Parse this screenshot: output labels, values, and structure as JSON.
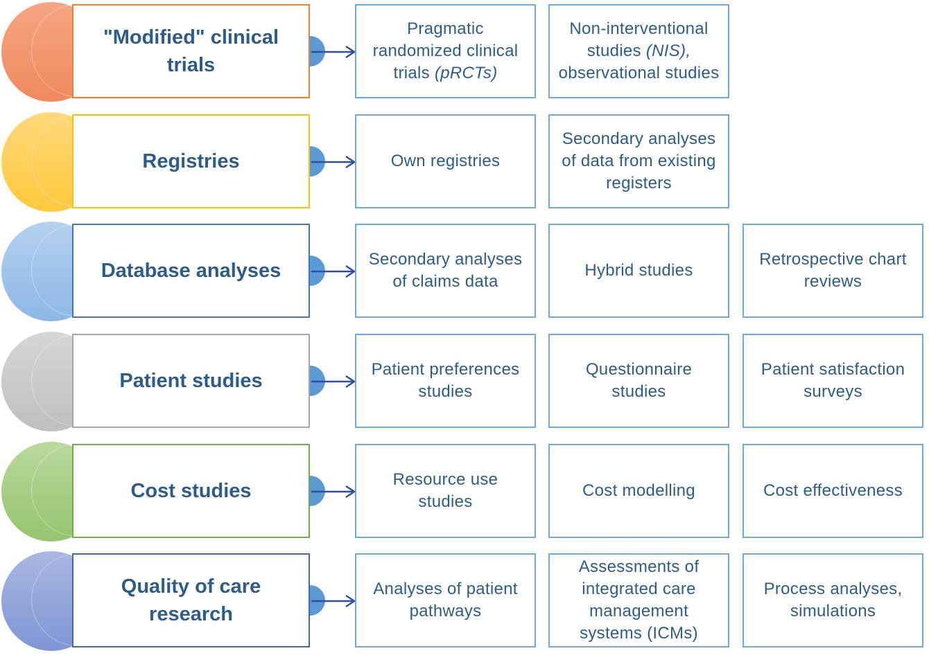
{
  "rows": [
    {
      "category": "\"Modified\" clinical trials",
      "color_outer": "#F4A582",
      "color_inner": "#F08A5D",
      "border": "#ED7D31",
      "items": [
        {
          "text": "Pragmatic randomized clinical trials ",
          "italic": "(pRCTs)"
        },
        {
          "text": "Non-interventional studies ",
          "italic": "(NIS),",
          "after": " observational studies"
        }
      ]
    },
    {
      "category": "Registries",
      "color_outer": "#FFD97A",
      "color_inner": "#FFC83D",
      "border": "#FFC000",
      "items": [
        {
          "text": "Own registries"
        },
        {
          "text": "Secondary analyses of data from existing registers"
        }
      ]
    },
    {
      "category": "Database analyses",
      "color_outer": "#B4D0EE",
      "color_inner": "#8DB8E6",
      "border": "#4472C4",
      "items": [
        {
          "text": "Secondary analyses of claims data"
        },
        {
          "text": "Hybrid studies"
        },
        {
          "text": "Retrospective chart reviews"
        }
      ]
    },
    {
      "category": "Patient studies",
      "color_outer": "#D6D6D6",
      "color_inner": "#BFBFBF",
      "border": "#A5A5A5",
      "items": [
        {
          "text": "Patient preferences studies"
        },
        {
          "text": "Questionnaire studies"
        },
        {
          "text": "Patient satisfaction surveys"
        }
      ]
    },
    {
      "category": "Cost studies",
      "color_outer": "#B9D99A",
      "color_inner": "#96C46E",
      "border": "#70AD47",
      "items": [
        {
          "text": "Resource use studies"
        },
        {
          "text": "Cost modelling"
        },
        {
          "text": "Cost effectiveness"
        }
      ]
    },
    {
      "category": "Quality of care research",
      "color_outer": "#A9B7E0",
      "color_inner": "#7F95D4",
      "border": "#4466B0",
      "items": [
        {
          "text": "Analyses of patient pathways"
        },
        {
          "text": "Assessments of integrated care management systems (ICMs)"
        },
        {
          "text": "Process analyses, simulations"
        }
      ]
    }
  ],
  "arrow_color": "#2F4F9E",
  "dot_color": "#5B9BD5",
  "text_color": "#2E5C8A",
  "item_border_color": "#6FA8DC"
}
